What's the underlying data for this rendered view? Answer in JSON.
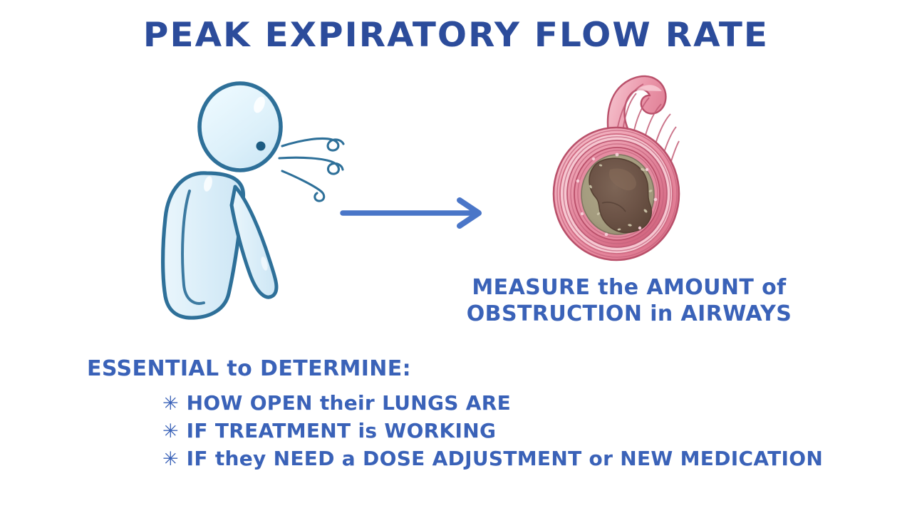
{
  "slide": {
    "title": "PEAK EXPIRATORY FLOW RATE",
    "background_color": "#ffffff"
  },
  "colors": {
    "title_blue": "#2c4c9b",
    "text_blue": "#3a62b8",
    "arrow_blue": "#4a76c8",
    "figure_fill": "#dceef8",
    "figure_outline": "#2e7099",
    "airway_pink_dark": "#d4657f",
    "airway_pink_mid": "#e8849c",
    "airway_pink_light": "#f4b8c4",
    "mucus_olive": "#a39b7e",
    "mucus_brown": "#6b5347"
  },
  "caption": {
    "line1_a": "MEASURE",
    "line1_b": "the",
    "line1_c": "AMOUNT",
    "line1_d": "of",
    "line2_a": "OBSTRUCTION",
    "line2_b": "in",
    "line2_c": "AIRWAYS"
  },
  "list": {
    "heading_a": "ESSENTIAL",
    "heading_b": "to",
    "heading_c": "DETERMINE:",
    "marker": "✳",
    "items": [
      {
        "text": "HOW OPEN their LUNGS ARE"
      },
      {
        "text": "IF TREATMENT is WORKING"
      },
      {
        "text": "IF they NEED a DOSE ADJUSTMENT or NEW MEDICATION"
      }
    ]
  },
  "illustration": {
    "person_label": "person exhaling",
    "breath_label": "exhaled breath lines",
    "arrow_label": "flow arrow pointing right",
    "airway_label": "obstructed airway cross section with mucus plug"
  }
}
